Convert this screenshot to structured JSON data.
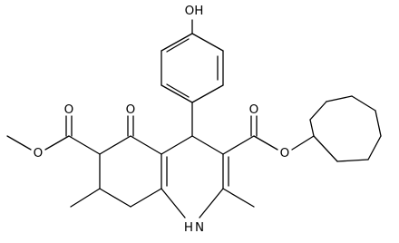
{
  "molecule": {
    "atom_labels": {
      "hydroxyl": "OH",
      "ketone_oxygen": "O",
      "ester_left_carbonyl_oxygen": "O",
      "ester_left_ether_oxygen": "O",
      "ester_right_carbonyl_oxygen": "O",
      "ester_right_ether_oxygen": "O",
      "ring_nitrogen": "H\nN"
    },
    "nh_h": "H",
    "nh_n": "N"
  },
  "colors": {
    "bond": "#000000",
    "background": "#ffffff"
  }
}
